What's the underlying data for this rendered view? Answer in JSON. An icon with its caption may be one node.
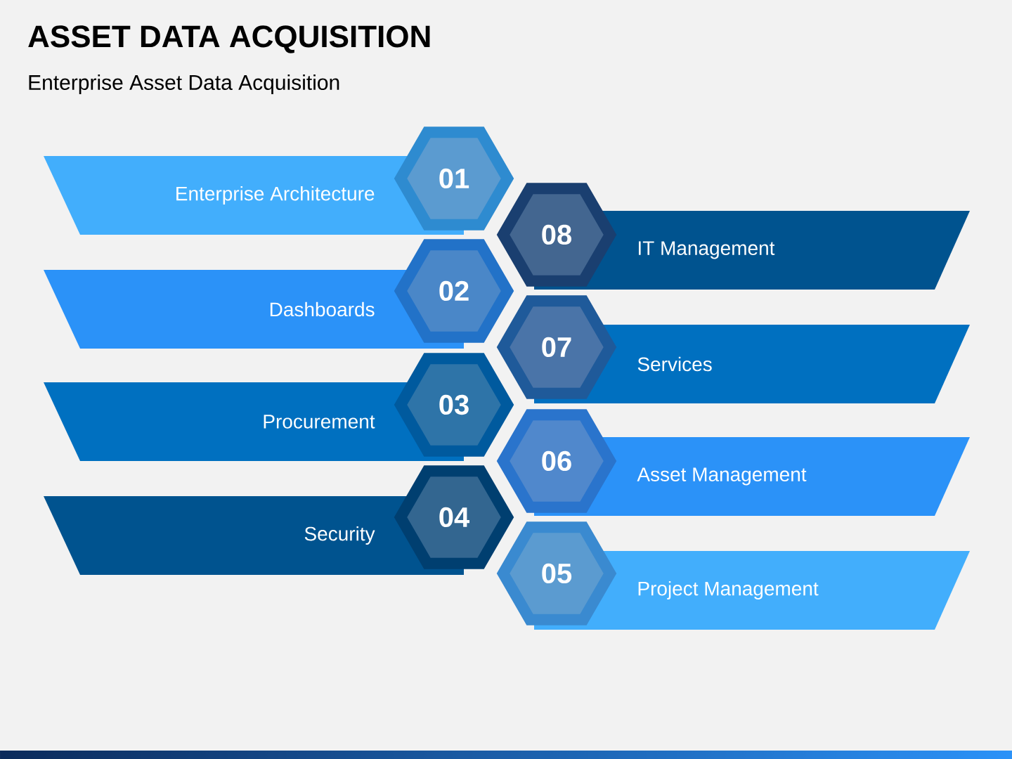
{
  "diagram": {
    "title": "ASSET DATA ACQUISITION",
    "caption": "Enterprise Asset Data Acquisition",
    "nodes": [
      {
        "text": [
          "Enterprise Architecture"
        ]
      },
      {
        "text": [
          "01"
        ]
      },
      {
        "text": [
          "Dashboards"
        ]
      },
      {
        "text": [
          "02"
        ]
      },
      {
        "text": [
          "Procurement"
        ]
      },
      {
        "text": [
          "03"
        ]
      },
      {
        "text": [
          "Security"
        ]
      },
      {
        "text": [
          "04"
        ]
      },
      {
        "text": [
          "08"
        ]
      },
      {
        "text": [
          "IT Management"
        ]
      },
      {
        "text": [
          "07"
        ]
      },
      {
        "text": [
          "Services"
        ]
      },
      {
        "text": [
          "06"
        ]
      },
      {
        "text": [
          "Asset Management"
        ]
      },
      {
        "text": [
          "05"
        ]
      },
      {
        "text": [
          "Project Management"
        ]
      }
    ]
  }
}
